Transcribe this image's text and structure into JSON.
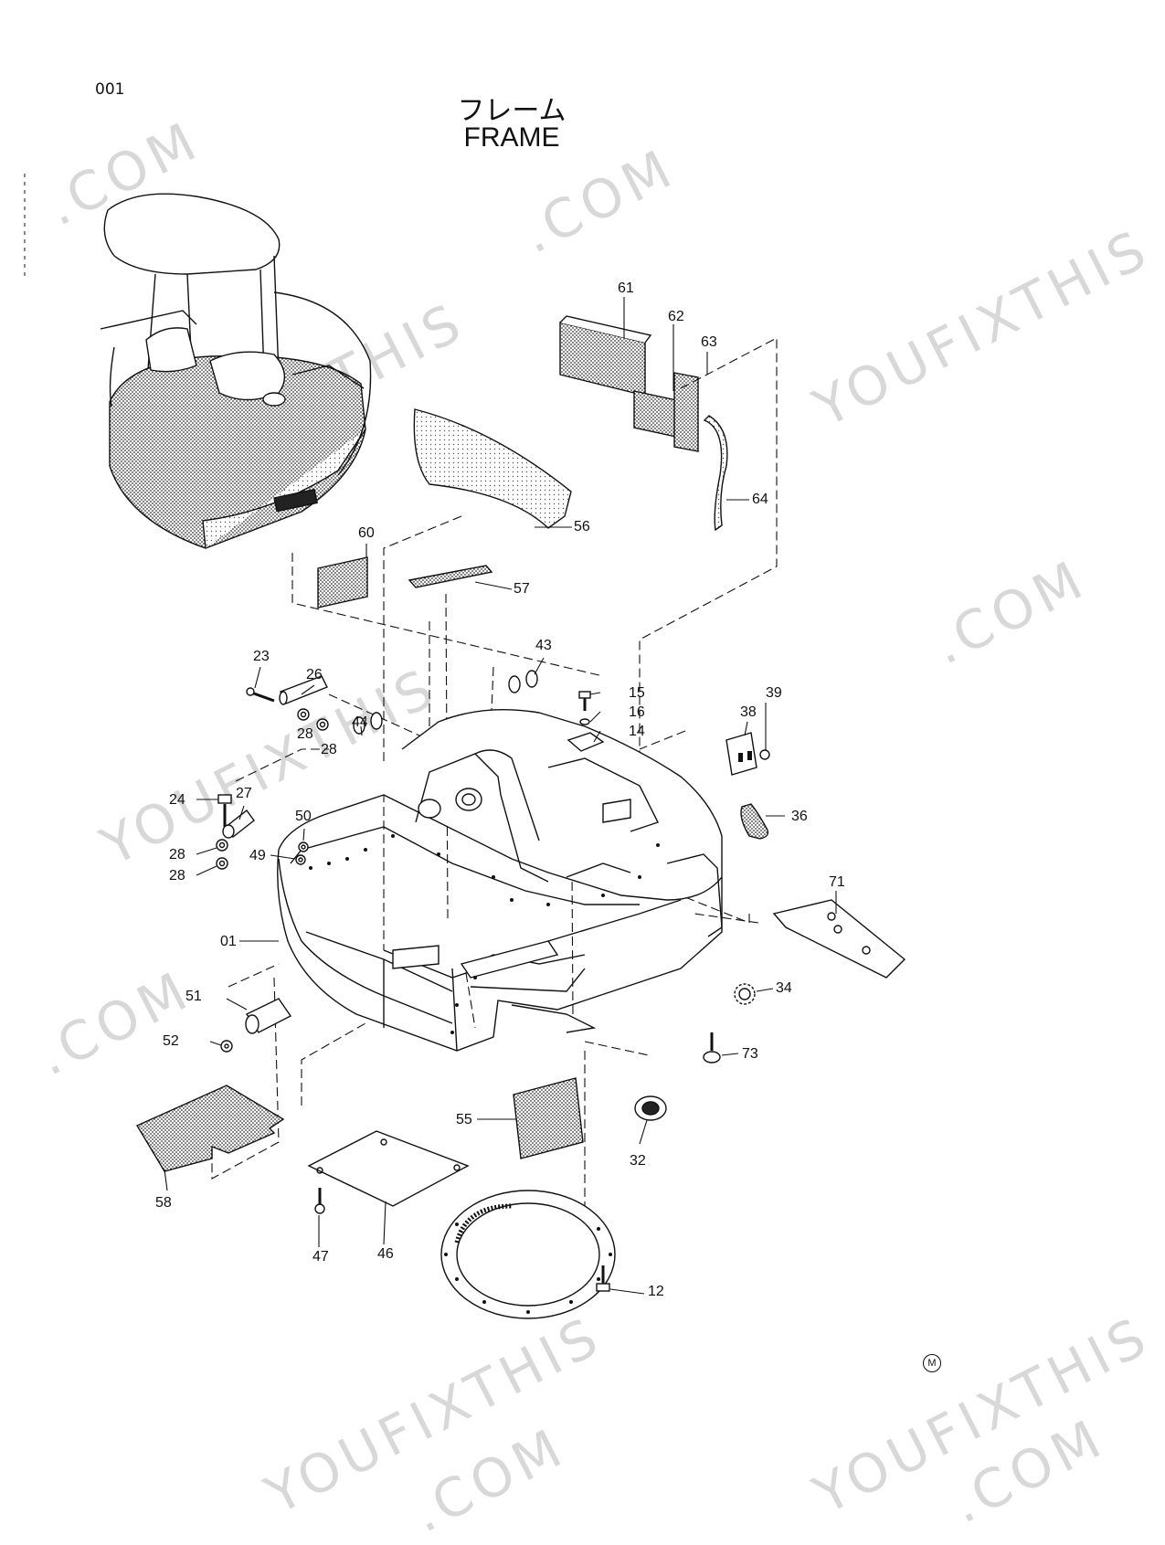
{
  "header": {
    "page_number": "001",
    "title_jp": "フレーム",
    "title_en": "FRAME"
  },
  "watermark_text": "YOUFIXTHIS",
  "watermark_domain": ".COM",
  "revision_mark": "M",
  "part_labels": {
    "p01": "01",
    "p12": "12",
    "p14": "14",
    "p15": "15",
    "p16": "16",
    "p23": "23",
    "p24": "24",
    "p26": "26",
    "p27": "27",
    "p28a": "28",
    "p28b": "28",
    "p28c": "28",
    "p28d": "28",
    "p32": "32",
    "p34": "34",
    "p36": "36",
    "p38": "38",
    "p39": "39",
    "p43": "43",
    "p44": "44",
    "p46": "46",
    "p47": "47",
    "p49": "49",
    "p50": "50",
    "p51": "51",
    "p52": "52",
    "p55": "55",
    "p56": "56",
    "p57": "57",
    "p58": "58",
    "p60": "60",
    "p61": "61",
    "p62": "62",
    "p63": "63",
    "p64": "64",
    "p71": "71",
    "p73": "73"
  }
}
